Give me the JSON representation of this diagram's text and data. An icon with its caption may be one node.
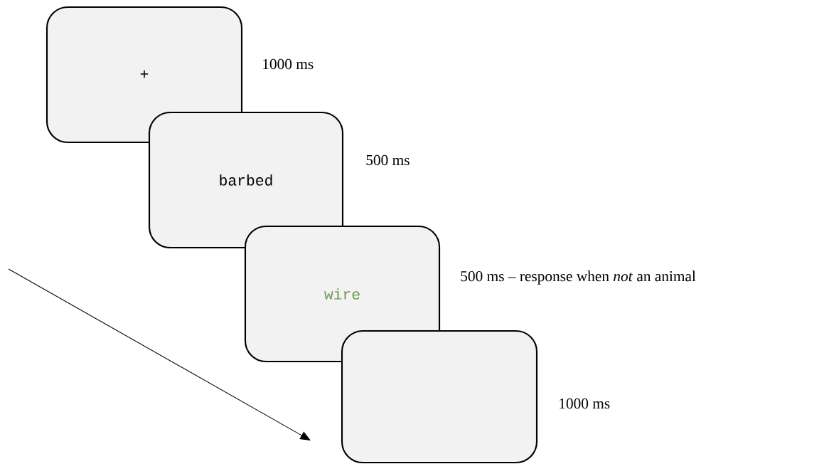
{
  "diagram": {
    "nodes": [
      {
        "text": [
          "+"
        ],
        "beside": [
          "1000 ms"
        ]
      },
      {
        "text": [
          "barbed"
        ],
        "beside": [
          "500 ms"
        ]
      },
      {
        "text": [
          "wire"
        ],
        "beside": [
          "500 ms – response when *not* an animal"
        ]
      },
      {
        "text": [],
        "shape": "box",
        "beside": [
          "1000 ms"
        ]
      }
    ]
  }
}
